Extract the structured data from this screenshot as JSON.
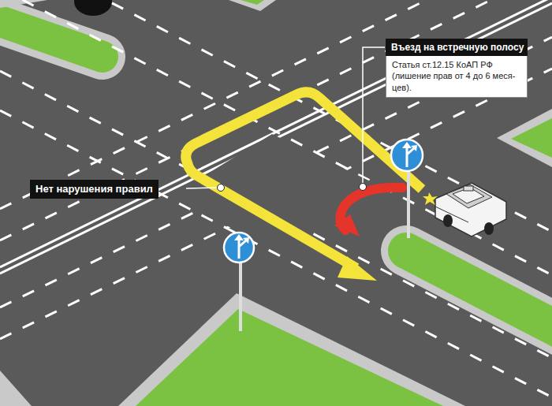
{
  "diagram": {
    "nodes": [
      {
        "text": [
          "Въезд на встречную полосу",
          "Статья ст.12.15 КоАП РФ (лишение прав от 4 до 6 меся- цев)."
        ]
      },
      {
        "text": [
          "Нет нарушения правил"
        ]
      }
    ]
  }
}
